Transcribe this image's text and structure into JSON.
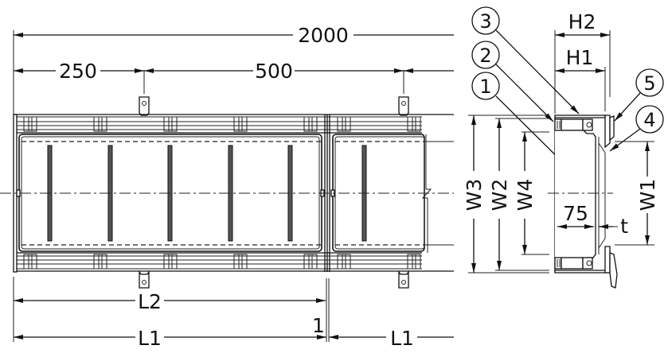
{
  "drawing": {
    "type": "technical drawing - grating with frame, plan and section view",
    "colors": {
      "line": "#111111",
      "background": "#ffffff",
      "slot_fill": "#555555"
    }
  },
  "plan_view": {
    "dimensions": {
      "overall_length": "2000",
      "end_offset": "250",
      "anchor_pitch": "500",
      "grating_length_L2": "L2",
      "piece_length_L1_left": "L1",
      "piece_length_L1_right": "L1",
      "joint_gap": "1"
    },
    "slot_count_left_grating": 5,
    "slot_count_right_grating": 1
  },
  "section_view": {
    "dimensions": {
      "H2": "H2",
      "H1": "H1",
      "W1": "W1",
      "W2": "W2",
      "W3": "W3",
      "W4": "W4",
      "inner_width": "75",
      "thickness": "t"
    },
    "callouts": [
      {
        "id": "1",
        "label": "1"
      },
      {
        "id": "2",
        "label": "2"
      },
      {
        "id": "3",
        "label": "3"
      },
      {
        "id": "4",
        "label": "4"
      },
      {
        "id": "5",
        "label": "5"
      }
    ]
  }
}
